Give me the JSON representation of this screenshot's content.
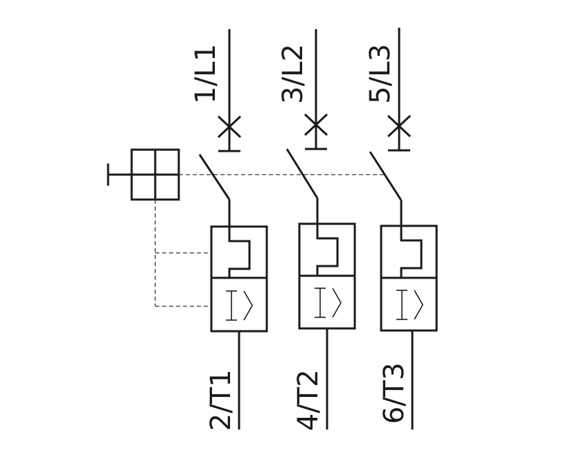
{
  "poles": [
    {
      "top_label": "1/L1",
      "bottom_label": "2/T1"
    },
    {
      "top_label": "3/L2",
      "bottom_label": "4/T2"
    },
    {
      "top_label": "5/L3",
      "bottom_label": "6/T3"
    }
  ],
  "overcurrent_symbol": "I>"
}
